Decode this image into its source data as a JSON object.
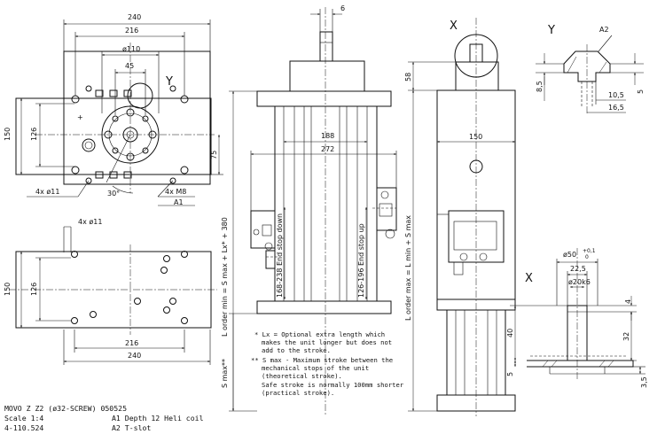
{
  "top_view": {
    "dim_width_overall": "240",
    "dim_width_inner": "216",
    "dim_bolt_circle": "ø110",
    "dim_offset": "45",
    "dim_height_overall": "150",
    "dim_height_inner": "126",
    "dim_right_offset": "75",
    "holes_left": "4x ø11",
    "holes_right": "4x M8",
    "hole_ref": "A1",
    "angle": "30°",
    "detail_marker": "Y"
  },
  "bottom_view": {
    "holes": "4x ø11",
    "dim_height_overall": "150",
    "dim_height_inner": "126",
    "dim_width_inner": "216",
    "dim_width_overall": "240"
  },
  "front_view": {
    "dim_shaft": "6",
    "dim_188": "188",
    "dim_272": "272",
    "label_order_min": "L order min = S max + Lx* + 380",
    "label_end_stop_down": "168-238 End stop down",
    "label_end_stop_up": "126-196 End stop up",
    "label_stroke": "S max**"
  },
  "side_view": {
    "detail_marker": "X",
    "dim_top": "58",
    "dim_width": "150",
    "label_order_max": "L order max = L min + S max"
  },
  "detail_y": {
    "title": "Y",
    "ref": "A2",
    "dim_a": "8,5",
    "dim_b": "10,5",
    "dim_c": "5",
    "dim_d": "16,5"
  },
  "detail_x": {
    "title": "X",
    "dim_diameter": "ø50",
    "tol_upper": "+0,1",
    "tol_lower": "0",
    "dim_22": "22,5",
    "dim_shaft": "ø20k6",
    "dim_4": "4",
    "dim_32": "32",
    "dim_40": "40",
    "dim_5": "5",
    "dim_35": "3,5"
  },
  "notes": [
    "* Lx = Optional extra length which",
    "makes the unit longer but does not",
    "add to the stroke.",
    "** S max - Maximum stroke between the",
    "mechanical stops of the unit",
    "(theoretical stroke).",
    "Safe stroke is normally 100mm shorter",
    "(practical stroke)."
  ],
  "title_block": {
    "name": "MOVO Z Z2 (ø32-SCREW) 050525",
    "scale": "Scale 1:4",
    "number": "4-110.524",
    "note_a1": "A1 Depth 12 Heli coil",
    "note_a2": "A2 T-slot"
  }
}
